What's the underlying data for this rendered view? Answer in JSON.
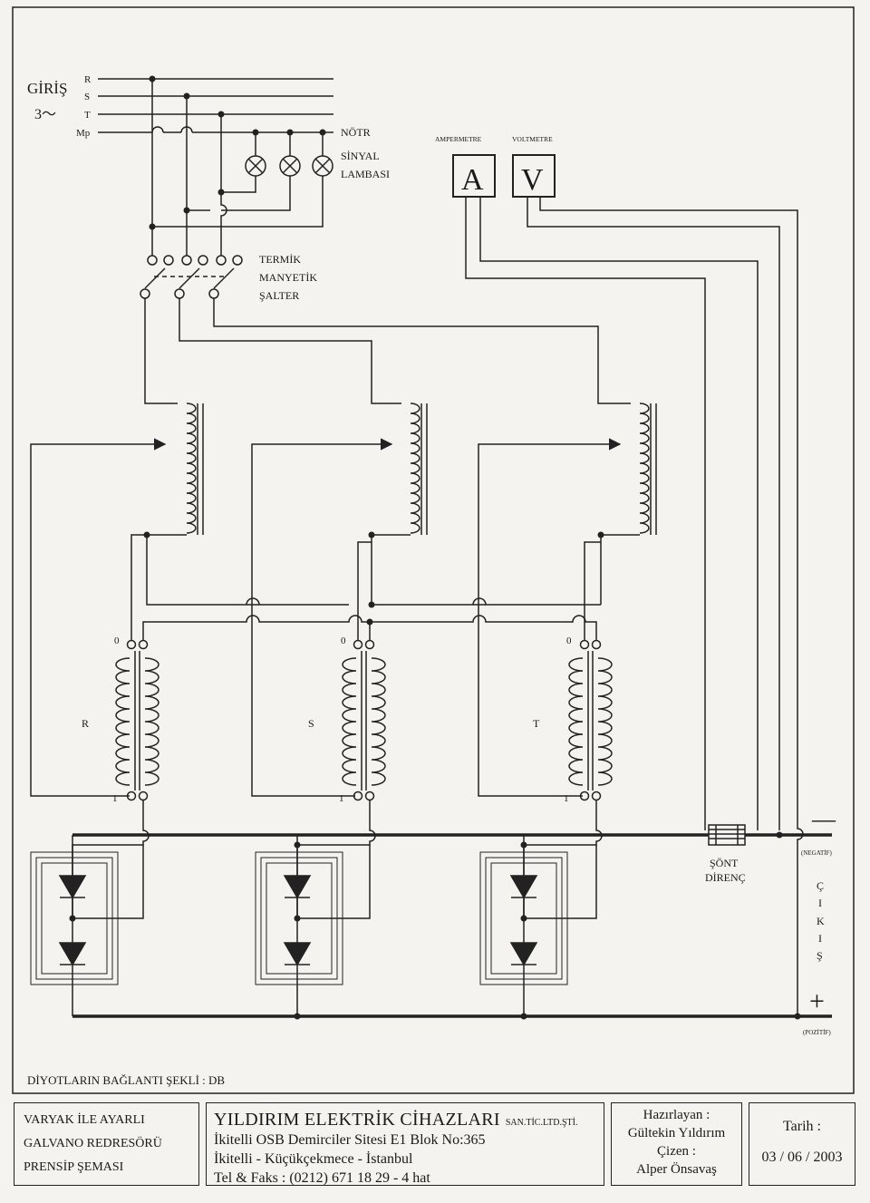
{
  "inputs": {
    "title": "GİRİŞ",
    "phase_note": "3～",
    "lines": [
      "R",
      "S",
      "T",
      "Mp"
    ],
    "neutral": "NÖTR"
  },
  "signal_lamp": [
    "SİNYAL",
    "LAMBASI"
  ],
  "breaker": [
    "TERMİK",
    "MANYETİK",
    "ŞALTER"
  ],
  "meters": [
    {
      "caption": "AMPERMETRE",
      "symbol": "A"
    },
    {
      "caption": "VOLTMETRE",
      "symbol": "V"
    }
  ],
  "transformers": [
    {
      "phase": "R",
      "tap_top": "0",
      "tap_bottom": "1"
    },
    {
      "phase": "S",
      "tap_top": "0",
      "tap_bottom": "1"
    },
    {
      "phase": "T",
      "tap_top": "0",
      "tap_bottom": "1"
    }
  ],
  "shunt": [
    "ŞÖNT",
    "DİRENÇ"
  ],
  "output": {
    "minus": "—",
    "negative": "(NEGATİF)",
    "letters": [
      "Ç",
      "I",
      "K",
      "I",
      "Ş"
    ],
    "plus": "+",
    "positive": "(POZİTİF)"
  },
  "diode_connection": "DİYOTLARIN BAĞLANTI ŞEKLİ : DB",
  "title_block": {
    "title_lines": [
      "VARYAK İLE AYARLI",
      "GALVANO REDRESÖRÜ",
      "PRENSİP ŞEMASI"
    ],
    "company": "YILDIRIM ELEKTRİK CİHAZLARI",
    "company_suffix": "SAN.TİC.LTD.ŞTİ.",
    "address_lines": [
      "İkitelli OSB Demirciler Sitesi E1 Blok No:365",
      "İkitelli - Küçükçekmece - İstanbul",
      "Tel & Faks : (0212) 671 18 29 - 4 hat"
    ],
    "prepared_label": "Hazırlayan :",
    "prepared_by": "Gültekin Yıldırım",
    "drawn_label": "Çizen :",
    "drawn_by": "Alper Önsavaş",
    "date_label": "Tarih :",
    "date": "03 / 06 / 2003"
  }
}
